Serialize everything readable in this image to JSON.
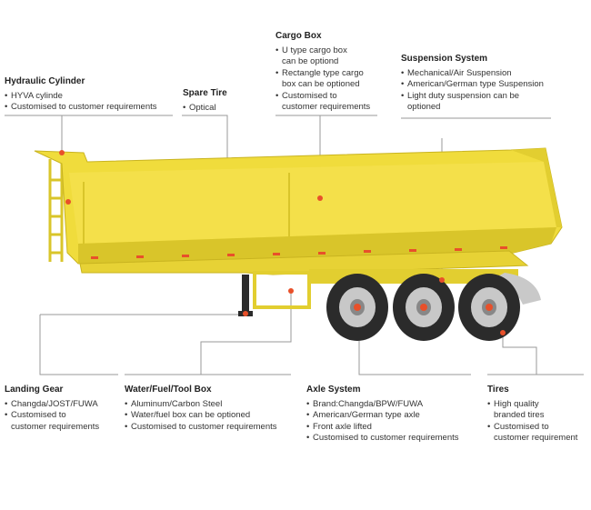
{
  "labels": {
    "hydraulic": {
      "title": "Hydraulic Cylinder",
      "lines": [
        "HYVA cylinde",
        "Customised to customer requirements"
      ]
    },
    "spare": {
      "title": "Spare Tire",
      "lines": [
        "Optical"
      ]
    },
    "cargo": {
      "title": "Cargo Box",
      "lines": [
        "U type cargo box",
        "can be optiond",
        "Rectangle type cargo",
        "box can be optioned",
        "Customised to",
        "customer requirements"
      ]
    },
    "suspension": {
      "title": "Suspension System",
      "lines": [
        "Mechanical/Air Suspension",
        "American/German type Suspension",
        "Light duty suspension can be",
        "optioned"
      ]
    },
    "landing": {
      "title": "Landing Gear",
      "lines": [
        "Changda/JOST/FUWA",
        "Customised to",
        "customer requirements"
      ]
    },
    "tank": {
      "title": "Water/Fuel/Tool Box",
      "lines": [
        "Aluminum/Carbon Steel",
        "Water/fuel box can be optioned",
        "Customised to customer requirements"
      ]
    },
    "axle": {
      "title": "Axle System",
      "lines": [
        "Brand:Changda/BPW/FUWA",
        "American/German type axle",
        "Front axle lifted",
        "Customised to customer requirements"
      ]
    },
    "tires": {
      "title": "Tires",
      "lines": [
        "High quality",
        "branded tires",
        "Customised to",
        "customer requirement"
      ]
    }
  },
  "colors": {
    "body": "#f0dc3c",
    "body_shade": "#d9c52a",
    "leader": "#9a9a9a",
    "tire": "#2b2b2b",
    "rim": "#c8c8c8",
    "reflector": "#e8502a"
  }
}
